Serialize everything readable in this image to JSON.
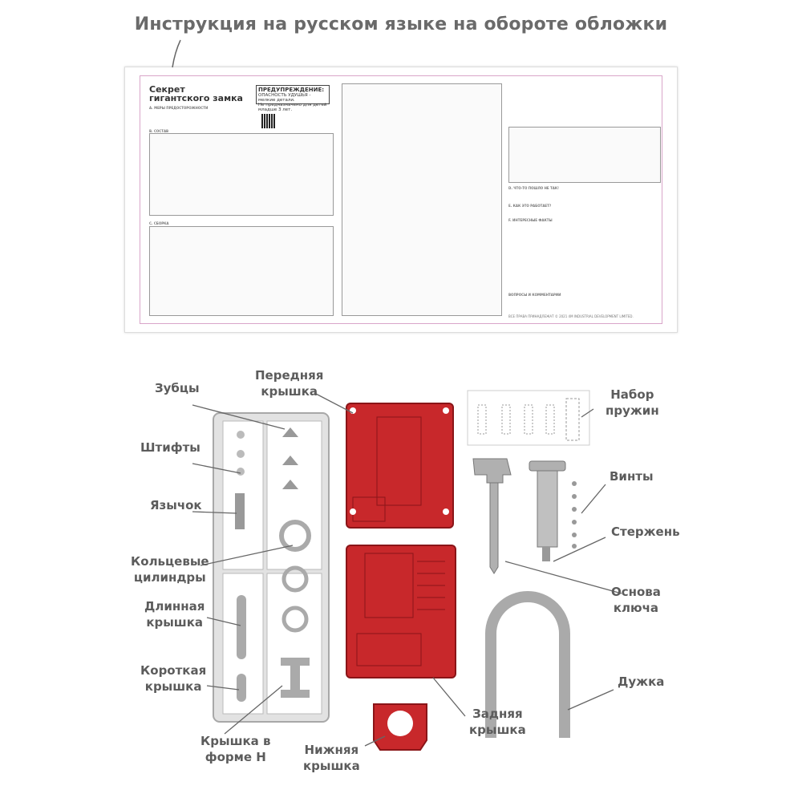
{
  "header": {
    "title": "Инструкция на русском языке на обороте обложки"
  },
  "sheet": {
    "product_title_line1": "Секрет",
    "product_title_line2": "гигантского замка",
    "warning_heading": "ПРЕДУПРЕЖДЕНИЕ:",
    "warning_line1": "ОПАСНОСТЬ УДУШЬЯ - мелкие детали.",
    "warning_line2": "Не предназначено для детей младше 3 лет.",
    "section_a": "A. МЕРЫ ПРЕДОСТОРОЖНОСТИ",
    "section_b": "B. СОСТАВ",
    "section_c": "C. СБОРКА",
    "section_d": "D. ЧТО-ТО ПОШЛО НЕ ТАК!",
    "section_e": "E. КАК ЭТО РАБОТАЕТ?",
    "section_f": "F. ИНТЕРЕСНЫЕ ФАКТЫ",
    "questions": "ВОПРОСЫ И КОММЕНТАРИИ",
    "copyright": "ВСЕ ПРАВА ПРИНАДЛЕЖАТ © 2021 4M INDUSTRIAL DEVELOPMENT LIMITED."
  },
  "labels": {
    "teeth": "Зубцы",
    "front_cover": [
      "Передняя",
      "крышка"
    ],
    "pins": "Штифты",
    "latch": "Язычок",
    "ring_cylinders": [
      "Кольцевые",
      "цилиндры"
    ],
    "long_cover": [
      "Длинная",
      "крышка"
    ],
    "short_cover": [
      "Короткая",
      "крышка"
    ],
    "h_cover": [
      "Крышка в",
      "форме Н"
    ],
    "bottom_cover": [
      "Нижняя",
      "крышка"
    ],
    "back_cover": [
      "Задняя",
      "крышка"
    ],
    "spring_set": [
      "Набор",
      "пружин"
    ],
    "screws": "Винты",
    "rod": "Стержень",
    "key_base": [
      "Основа",
      "ключа"
    ],
    "shackle": "Дужка"
  },
  "colors": {
    "red": "#c8282b",
    "gray": "#a8a8a8",
    "label": "#5c5c5c"
  }
}
